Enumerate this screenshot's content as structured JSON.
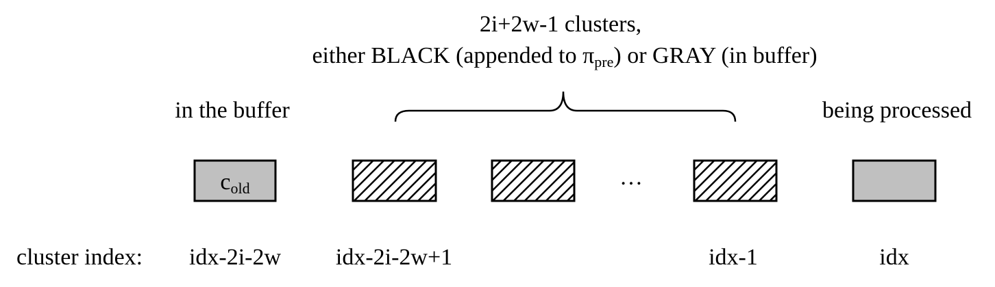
{
  "header": {
    "line1": "2i+2w-1 clusters,",
    "line2_prefix": "either BLACK (appended to ",
    "pi_symbol": "π",
    "pi_subscript": "pre",
    "line2_suffix": ") or GRAY (in buffer)"
  },
  "labels": {
    "in_buffer": "in the buffer",
    "being_processed": "being processed",
    "ellipsis": "…",
    "cluster_index": "cluster index:"
  },
  "clusters": {
    "old": {
      "letter": "c",
      "subscript": "old",
      "fill": "gray",
      "index_label": "idx-2i-2w"
    },
    "first_hatched": {
      "fill": "hatched",
      "index_label": "idx-2i-2w+1"
    },
    "second_hatched": {
      "fill": "hatched"
    },
    "last_hatched": {
      "fill": "hatched",
      "index_label": "idx-1"
    },
    "current": {
      "fill": "gray",
      "index_label": "idx"
    }
  },
  "colors": {
    "gray_fill": "#c0c0c0",
    "stroke": "#000000",
    "background": "#ffffff"
  }
}
